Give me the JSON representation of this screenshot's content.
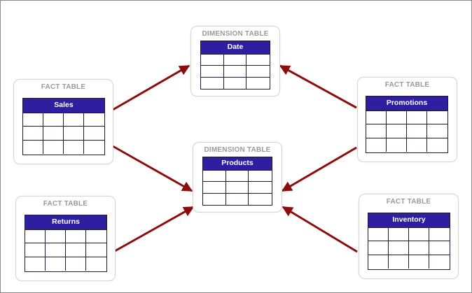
{
  "diagram": {
    "colors": {
      "arrow": "#8b0d0d",
      "header": "#2e1fa0"
    },
    "nodes": [
      {
        "id": "date",
        "label": "DIMENSION TABLE",
        "title": "Date",
        "cols": 3,
        "rows": 3
      },
      {
        "id": "products",
        "label": "DIMENSION TABLE",
        "title": "Products",
        "cols": 3,
        "rows": 3
      },
      {
        "id": "sales",
        "label": "FACT TABLE",
        "title": "Sales",
        "cols": 4,
        "rows": 3
      },
      {
        "id": "returns",
        "label": "FACT TABLE",
        "title": "Returns",
        "cols": 4,
        "rows": 3
      },
      {
        "id": "promotions",
        "label": "FACT TABLE",
        "title": "Promotions",
        "cols": 4,
        "rows": 3
      },
      {
        "id": "inventory",
        "label": "FACT TABLE",
        "title": "Inventory",
        "cols": 4,
        "rows": 3
      }
    ],
    "edges": [
      {
        "from": "sales",
        "to": "date"
      },
      {
        "from": "sales",
        "to": "products"
      },
      {
        "from": "promotions",
        "to": "date"
      },
      {
        "from": "promotions",
        "to": "products"
      },
      {
        "from": "returns",
        "to": "products"
      },
      {
        "from": "inventory",
        "to": "products"
      }
    ]
  }
}
